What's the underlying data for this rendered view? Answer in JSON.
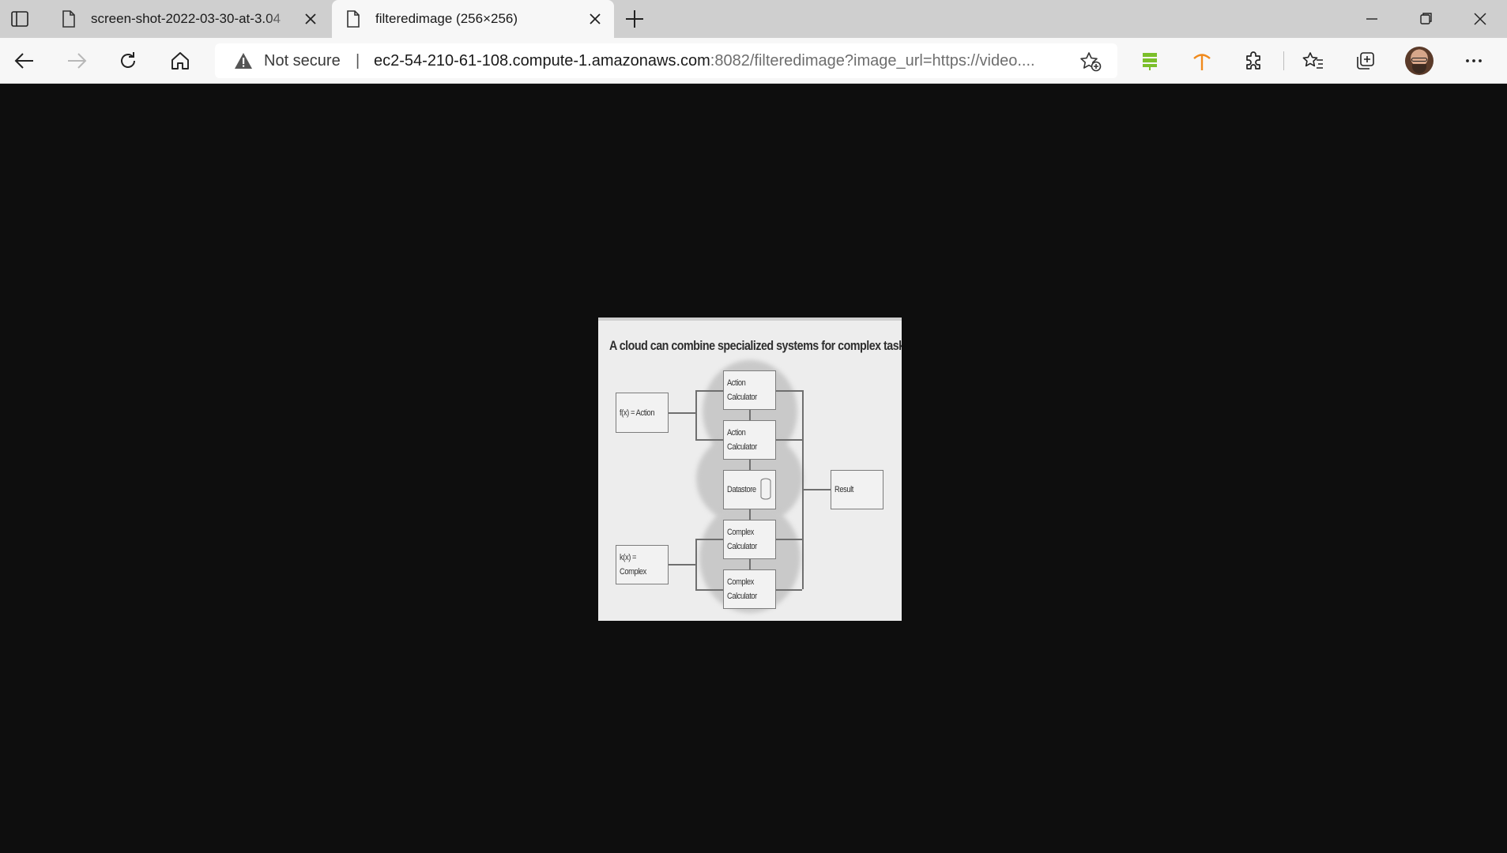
{
  "browser": {
    "tabs": [
      {
        "title": "screen-shot-2022-03-30-at-3.04",
        "active": false
      },
      {
        "title": "filteredimage (256×256)",
        "active": true
      }
    ],
    "address_bar": {
      "security_label": "Not secure",
      "separator": "|",
      "url_host": "ec2-54-210-61-108.compute-1.amazonaws.com",
      "url_rest": ":8082/filteredimage?image_url=https://video...."
    },
    "icons": {
      "tab_actions": "tab-actions-icon",
      "page": "page-icon",
      "close": "close-icon",
      "new_tab": "plus-icon",
      "back": "back-arrow-icon",
      "forward": "forward-arrow-icon",
      "refresh": "refresh-icon",
      "home": "home-icon",
      "warning": "warning-icon",
      "add_favorite": "star-plus-icon",
      "extension_green": "green-tree-extension-icon",
      "extension_orange": "orange-pickaxe-extension-icon",
      "extensions": "puzzle-icon",
      "favorites": "favorites-icon",
      "collections": "collections-icon",
      "profile": "profile-avatar",
      "more": "more-icon"
    }
  },
  "diagram": {
    "title": "A cloud can combine specialized systems for complex tasks",
    "inputs": [
      "f(x) = Action",
      "k(x) = Complex"
    ],
    "cloud_nodes": [
      "Action Calculator",
      "Action Calculator",
      "Datastore",
      "Complex Calculator",
      "Complex Calculator"
    ],
    "output": "Result"
  }
}
